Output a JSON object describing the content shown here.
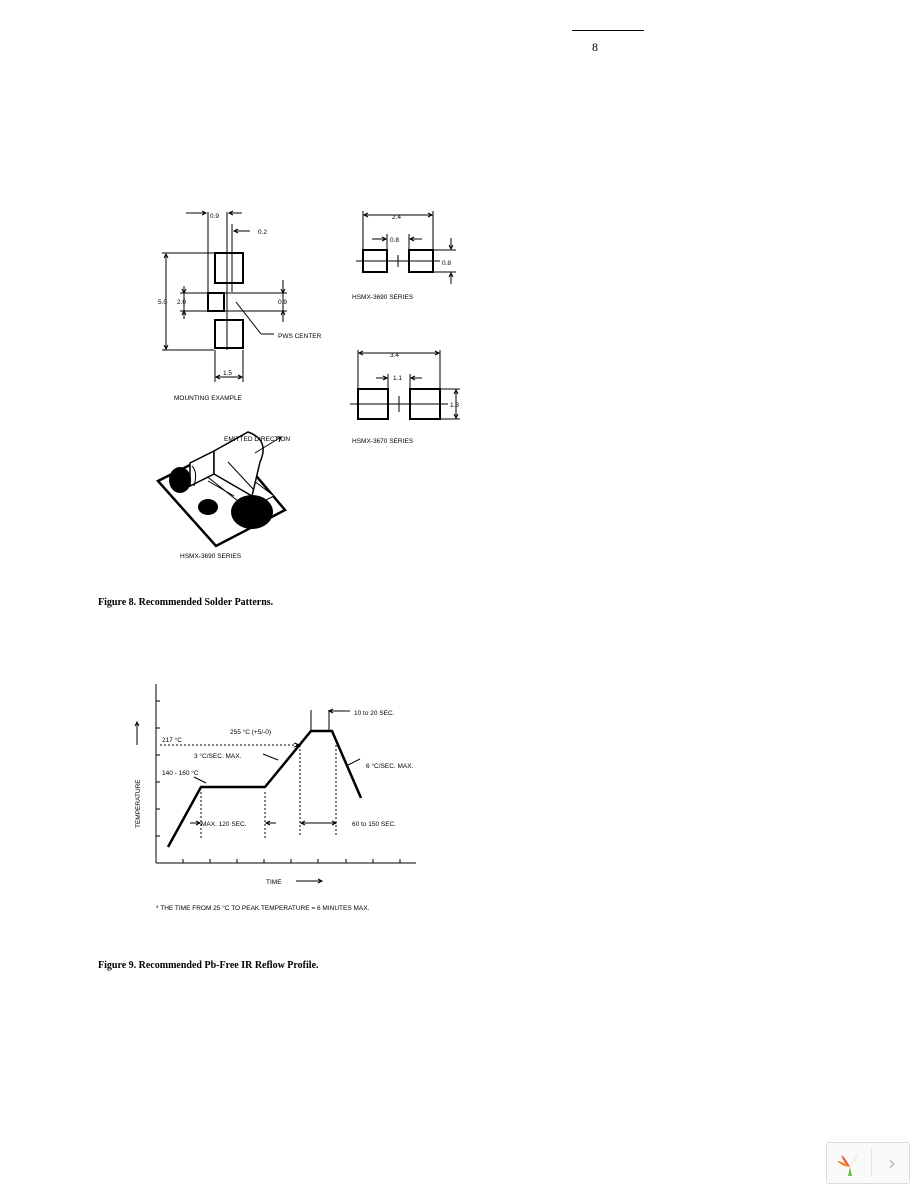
{
  "page": {
    "number": "8"
  },
  "figure8": {
    "caption": "Figure 8. Recommended Solder Patterns.",
    "mounting": {
      "label": "MOUNTING EXAMPLE",
      "dims": {
        "top_gap": "0.9",
        "top_offset": "0.2",
        "height_total": "5.0",
        "mid_height": "2.0",
        "mid_right": "0.9",
        "width": "1.5"
      },
      "centre_label": "PWS CENTER"
    },
    "series_3690": {
      "label": "HSMX-3690 SERIES",
      "width": "2.4",
      "gap": "0.8",
      "height": "0.8"
    },
    "series_3670": {
      "label": "HSMX-3670 SERIES",
      "width": "3.4",
      "gap": "1.1",
      "height": "1.3"
    },
    "iso": {
      "label": "HSMX-3690 SERIES",
      "emit_label": "EMITTED DIRECTION"
    }
  },
  "figure9": {
    "caption": "Figure 9. Recommended Pb-Free IR Reflow Profile.",
    "chart_data": {
      "type": "line",
      "xlabel": "TIME",
      "ylabel": "TEMPERATURE",
      "annotations": [
        {
          "text": "10 to 20 SEC."
        },
        {
          "text": "255 °C (+5/-0)"
        },
        {
          "text": "217 °C"
        },
        {
          "text": "3 °C/SEC. MAX."
        },
        {
          "text": "6 °C/SEC. MAX."
        },
        {
          "text": "140 - 160 °C"
        },
        {
          "text": "MAX. 120 SEC."
        },
        {
          "text": "60 to 150 SEC."
        }
      ],
      "footnote": "* THE TIME FROM 25 °C TO PEAK TEMPERATURE = 6 MINUTES MAX."
    }
  },
  "viewer": {
    "next_glyph": "›"
  }
}
